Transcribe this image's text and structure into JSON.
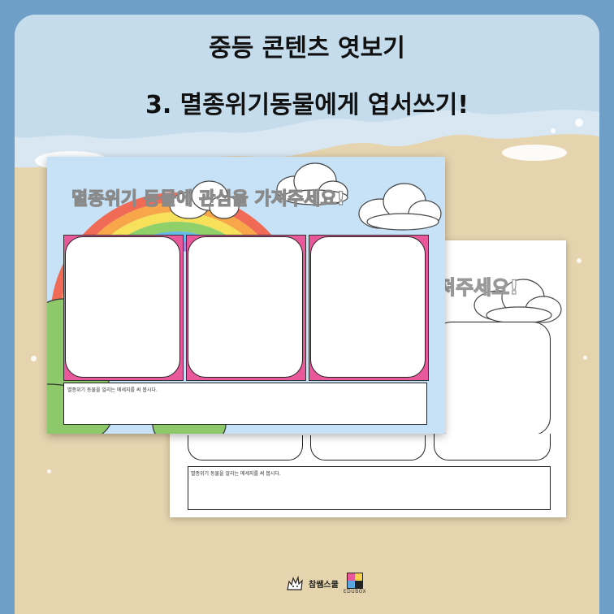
{
  "header": {
    "title_line1": "중등 콘텐츠 엿보기",
    "title_line2": "3. 멸종위기동물에게 엽서쓰기!"
  },
  "front_sheet": {
    "title": "멸종위기 동물에 관심을 가져주세요!",
    "message_label": "멸종위기 동물을 알리는 메세지를 써 봅시다."
  },
  "back_sheet": {
    "title_visible": "져주세요!",
    "message_label": "멸종위기 동물을 알리는 메세지를 써 봅시다."
  },
  "logo": {
    "brand_text": "참쌤스쿨",
    "edubox_text": "EDUBOX"
  },
  "colors": {
    "frame_blue": "#6f9fc7",
    "background_beige": "#e6d4ae",
    "sheet_sky": "#c7e2f7",
    "card_frame_pink": "#e9589a"
  }
}
